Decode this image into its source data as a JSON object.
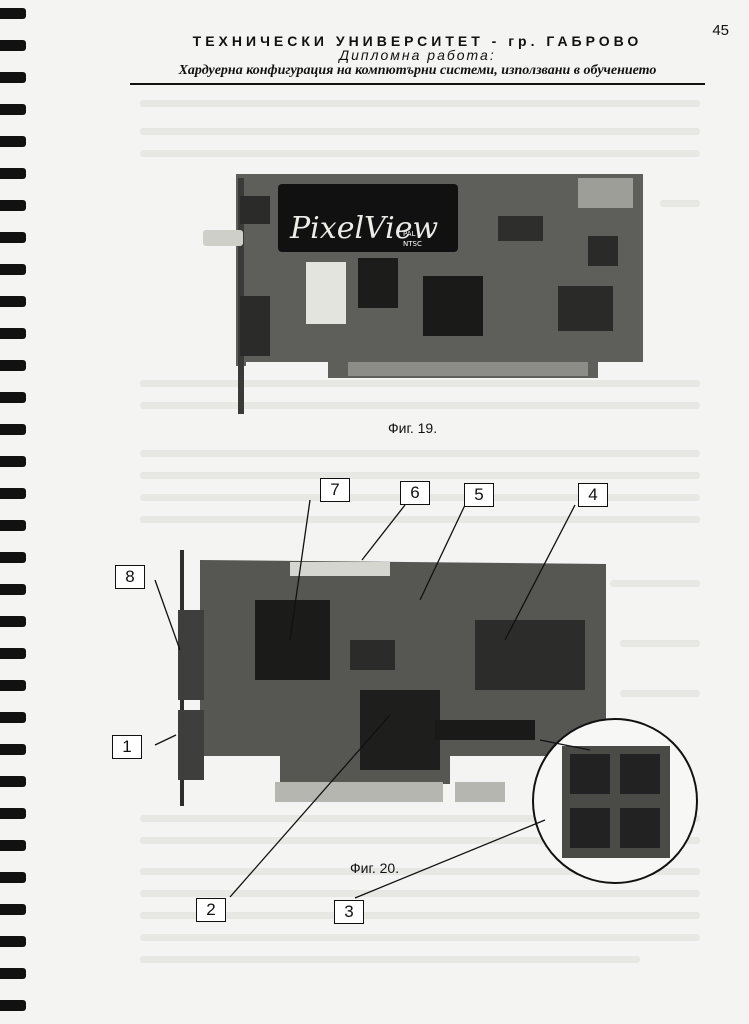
{
  "page": {
    "number": "45",
    "header": {
      "institution": "ТЕХНИЧЕСКИ УНИВЕРСИТЕТ - гр. ГАБРОВО",
      "doc_type": "Дипломна работа:",
      "subtitle": "Хардуерна конфигурация на компютърни системи, използвани в обучението"
    },
    "figures": [
      {
        "caption": "Фиг. 19.",
        "brand_text": "PixelView",
        "tags": [
          "PAL",
          "NTSC"
        ]
      },
      {
        "caption": "Фиг. 20.",
        "callouts": [
          "1",
          "2",
          "3",
          "4",
          "5",
          "6",
          "7",
          "8"
        ]
      }
    ],
    "colors": {
      "ink": "#111111",
      "paper": "#f4f4f2",
      "board": "#5b5b58",
      "faded_text": "#e5e5e2"
    }
  }
}
